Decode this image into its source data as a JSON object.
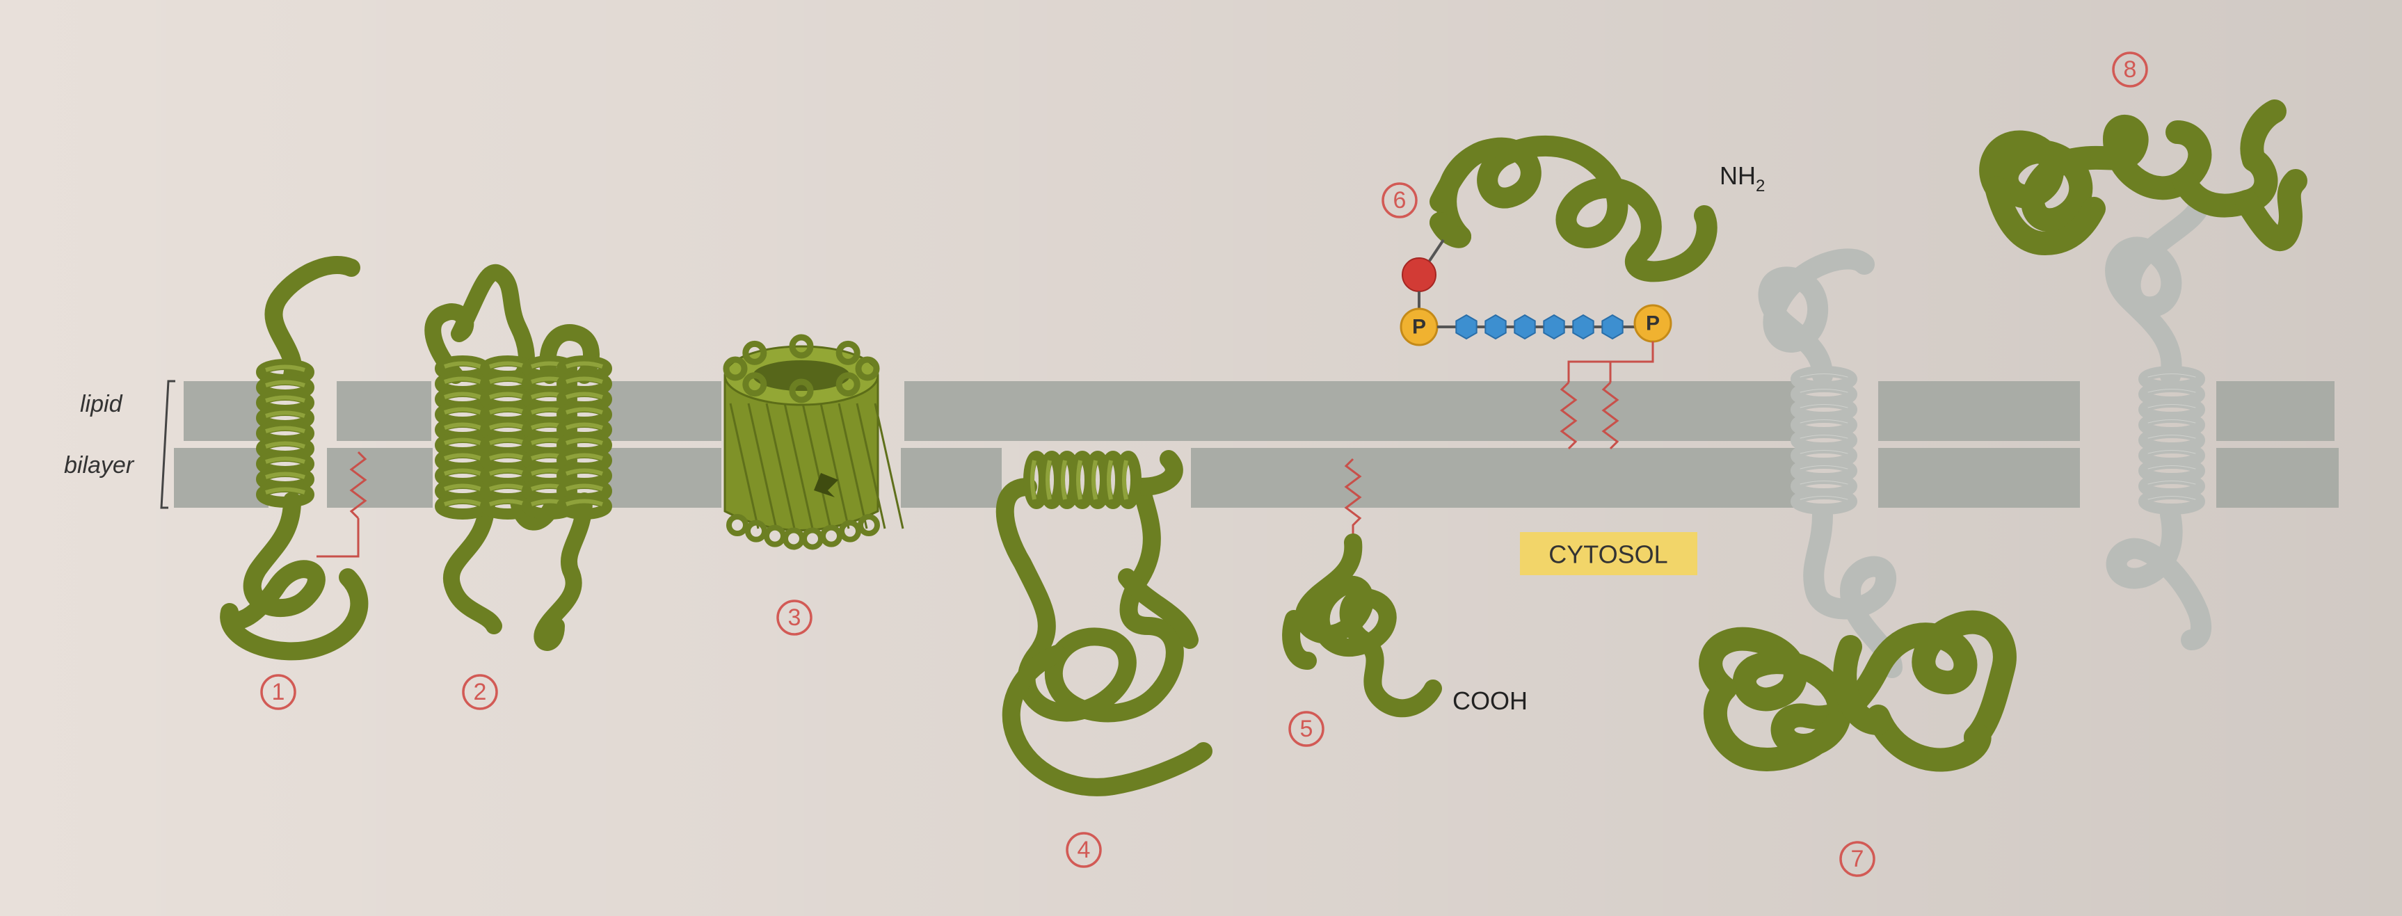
{
  "diagram": {
    "bilayer_label_line1": "lipid",
    "bilayer_label_line2": "bilayer",
    "cytosol_label": "CYTOSOL",
    "amino_terminus": "NH",
    "amino_terminus_subscript": "2",
    "carboxyl_terminus": "COOH",
    "phosphate_left": "P",
    "phosphate_right": "P",
    "numbers": [
      "1",
      "2",
      "3",
      "4",
      "5",
      "6",
      "7",
      "8"
    ]
  },
  "colors": {
    "protein": "#6c7f22",
    "protein_grey": "#b9bcb8",
    "bilayer": "#a9aca6",
    "number_red": "#d25a55",
    "phosphate": "#f0b230",
    "sugar": "#3d8fd0",
    "cytosol_box": "#f2d569"
  }
}
